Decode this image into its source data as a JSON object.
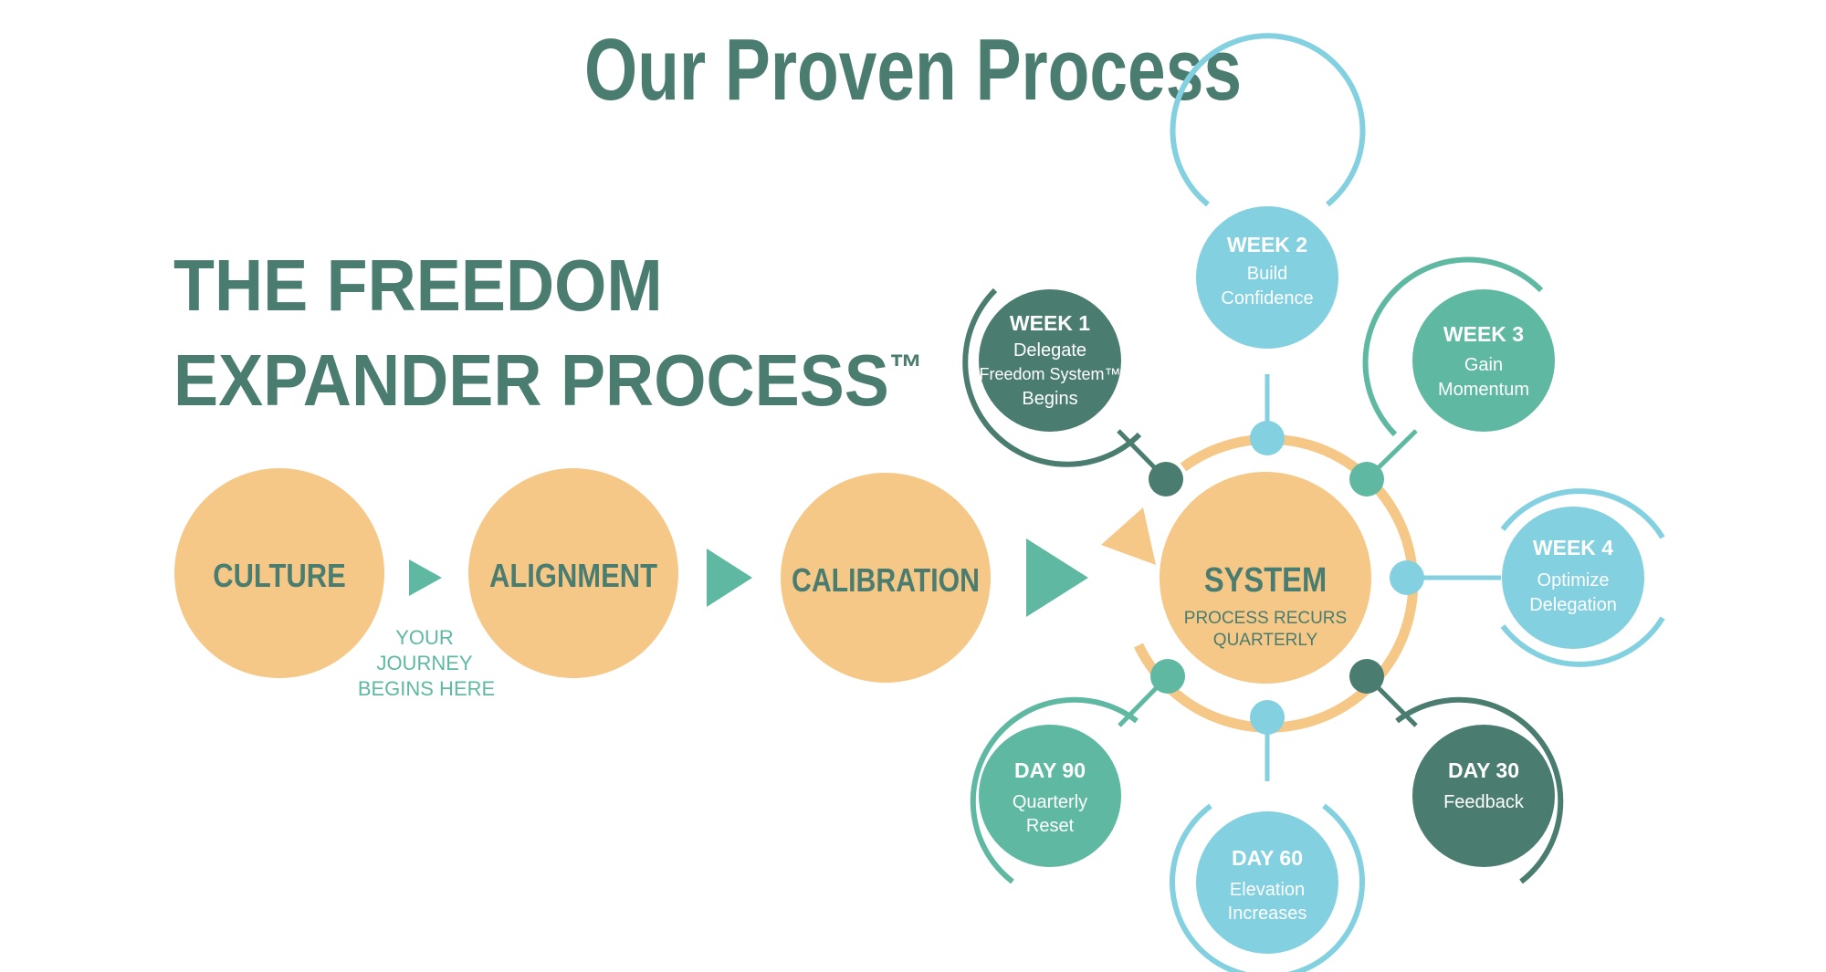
{
  "title": "Our Proven Process",
  "heading": {
    "line1": "THE FREEDOM",
    "line2": "EXPANDER PROCESS",
    "mark": "™"
  },
  "stages": [
    {
      "label": "CULTURE"
    },
    {
      "label": "ALIGNMENT"
    },
    {
      "label": "CALIBRATION"
    }
  ],
  "journey_note": [
    "YOUR",
    "JOURNEY",
    "BEGINS HERE"
  ],
  "system": {
    "label": "SYSTEM",
    "sub": [
      "PROCESS RECURS",
      "QUARTERLY"
    ]
  },
  "milestones": [
    {
      "id": "week1",
      "title": "WEEK 1",
      "lines": [
        "Delegate",
        "Freedom System™",
        "Begins"
      ]
    },
    {
      "id": "week2",
      "title": "WEEK 2",
      "lines": [
        "Build",
        "Confidence"
      ]
    },
    {
      "id": "week3",
      "title": "WEEK 3",
      "lines": [
        "Gain",
        "Momentum"
      ]
    },
    {
      "id": "week4",
      "title": "WEEK 4",
      "lines": [
        "Optimize",
        "Delegation"
      ]
    },
    {
      "id": "day30",
      "title": "DAY 30",
      "lines": [
        "Feedback"
      ]
    },
    {
      "id": "day60",
      "title": "DAY 60",
      "lines": [
        "Elevation",
        "Increases"
      ]
    },
    {
      "id": "day90",
      "title": "DAY 90",
      "lines": [
        "Quarterly",
        "Reset"
      ]
    }
  ],
  "colors": {
    "title": "#4a7c6f",
    "stage_fill": "#f5c887",
    "stage_text": "#4a7c6f",
    "arrow": "#5fb8a2",
    "journey_text": "#5fb8a2",
    "ring": "#f5c887",
    "dark_teal": "#4a7c6f",
    "mid_teal": "#5fb8a2",
    "light_blue": "#83d0e0",
    "milestone_text_bold": "#ffffff"
  }
}
